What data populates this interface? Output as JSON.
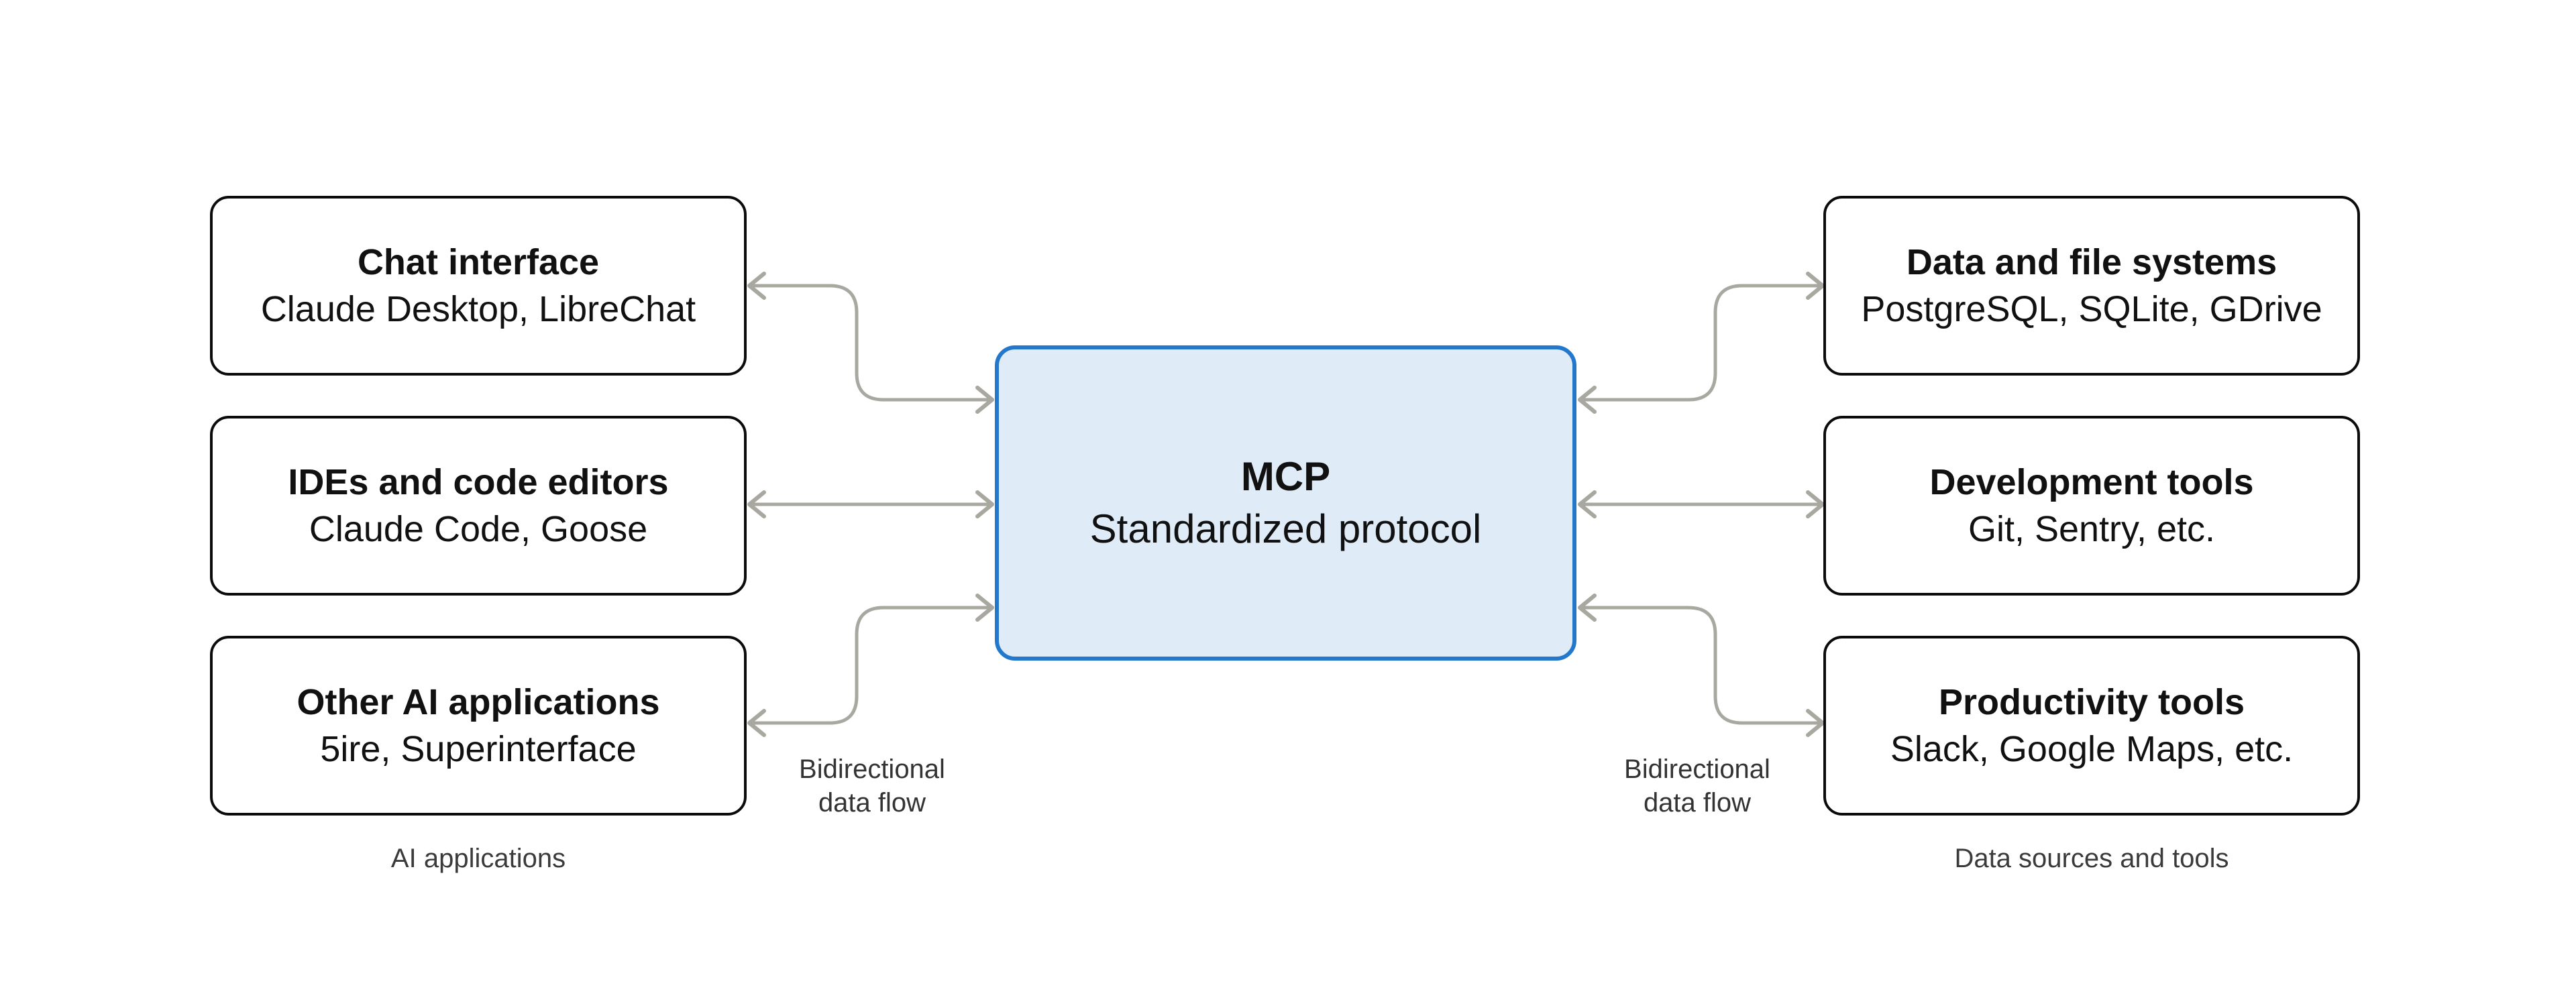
{
  "center_box": {
    "title": "MCP",
    "subtitle": "Standardized protocol"
  },
  "left_column": {
    "caption": "AI applications",
    "boxes": [
      {
        "title": "Chat interface",
        "subtitle": "Claude Desktop, LibreChat"
      },
      {
        "title": "IDEs and code editors",
        "subtitle": "Claude Code, Goose"
      },
      {
        "title": "Other AI applications",
        "subtitle": "5ire, Superinterface"
      }
    ]
  },
  "right_column": {
    "caption": "Data sources and tools",
    "boxes": [
      {
        "title": "Data and file systems",
        "subtitle": "PostgreSQL, SQLite, GDrive"
      },
      {
        "title": "Development tools",
        "subtitle": "Git, Sentry, etc."
      },
      {
        "title": "Productivity tools",
        "subtitle": "Slack, Google Maps, etc."
      }
    ]
  },
  "flow_labels": {
    "left": {
      "line1": "Bidirectional",
      "line2": "data flow"
    },
    "right": {
      "line1": "Bidirectional",
      "line2": "data flow"
    }
  },
  "colors": {
    "box_border": "#0b0b0b",
    "box_fill": "#ffffff",
    "accent_border": "#2478cc",
    "accent_fill": "#e0ebf8",
    "arrow": "#a8a8a1",
    "text": "#111111",
    "caption_text": "#3b3b3b",
    "background": "#ffffff"
  }
}
